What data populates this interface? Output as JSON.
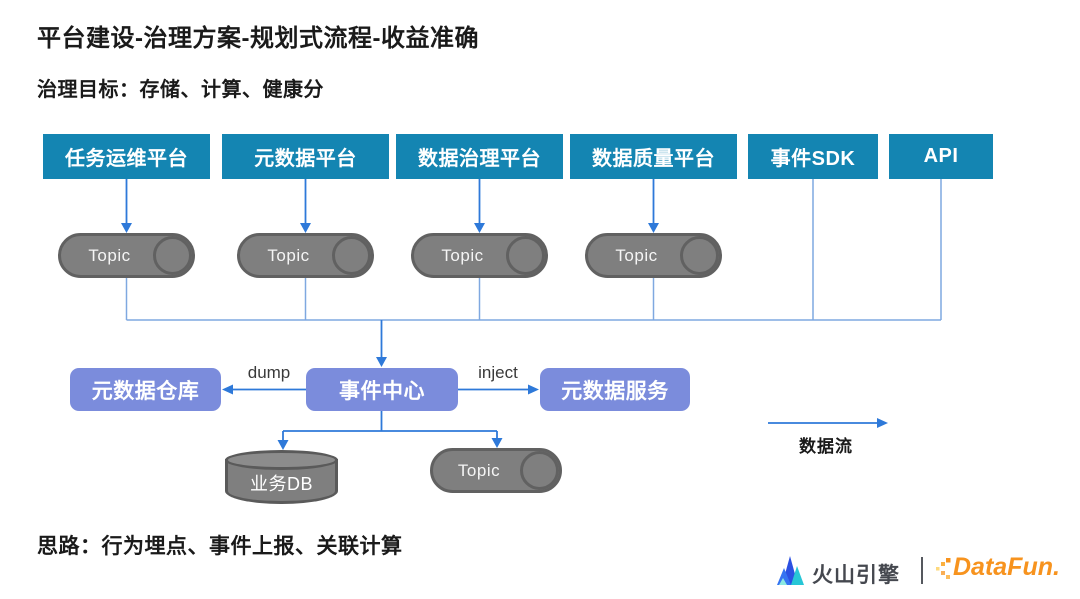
{
  "title": "平台建设-治理方案-规划式流程-收益准确",
  "subtitle": "治理目标：存储、计算、健康分",
  "platforms": [
    {
      "label": "任务运维平台"
    },
    {
      "label": "元数据平台"
    },
    {
      "label": "数据治理平台"
    },
    {
      "label": "数据质量平台"
    },
    {
      "label": "事件SDK"
    },
    {
      "label": "API"
    }
  ],
  "kafka_topics": [
    "Topic",
    "Topic",
    "Topic",
    "Topic"
  ],
  "nodes": {
    "warehouse": "元数据仓库",
    "event_center": "事件中心",
    "service": "元数据服务"
  },
  "flow_labels": {
    "dump": "dump",
    "inject": "inject"
  },
  "bottom_nodes": {
    "db": "业务DB",
    "topic": "Topic"
  },
  "legend": {
    "data_flow": "数据流"
  },
  "footnote": "思路：行为埋点、事件上报、关联计算",
  "footer": {
    "volcengine": "火山引擎",
    "datafun": "DataFun."
  },
  "colors": {
    "platform_blue": "#1485B2",
    "node_purple": "#7B8CDC",
    "cylinder_gray": "#7F7F7F",
    "cylinder_border": "#616161",
    "connector_light_blue": "#7FA8E0",
    "arrow_blue": "#2E79D9",
    "datafun_orange": "#F7931E",
    "volcengine_blue": "#3573F2",
    "text_dark": "#1A1A1A"
  }
}
